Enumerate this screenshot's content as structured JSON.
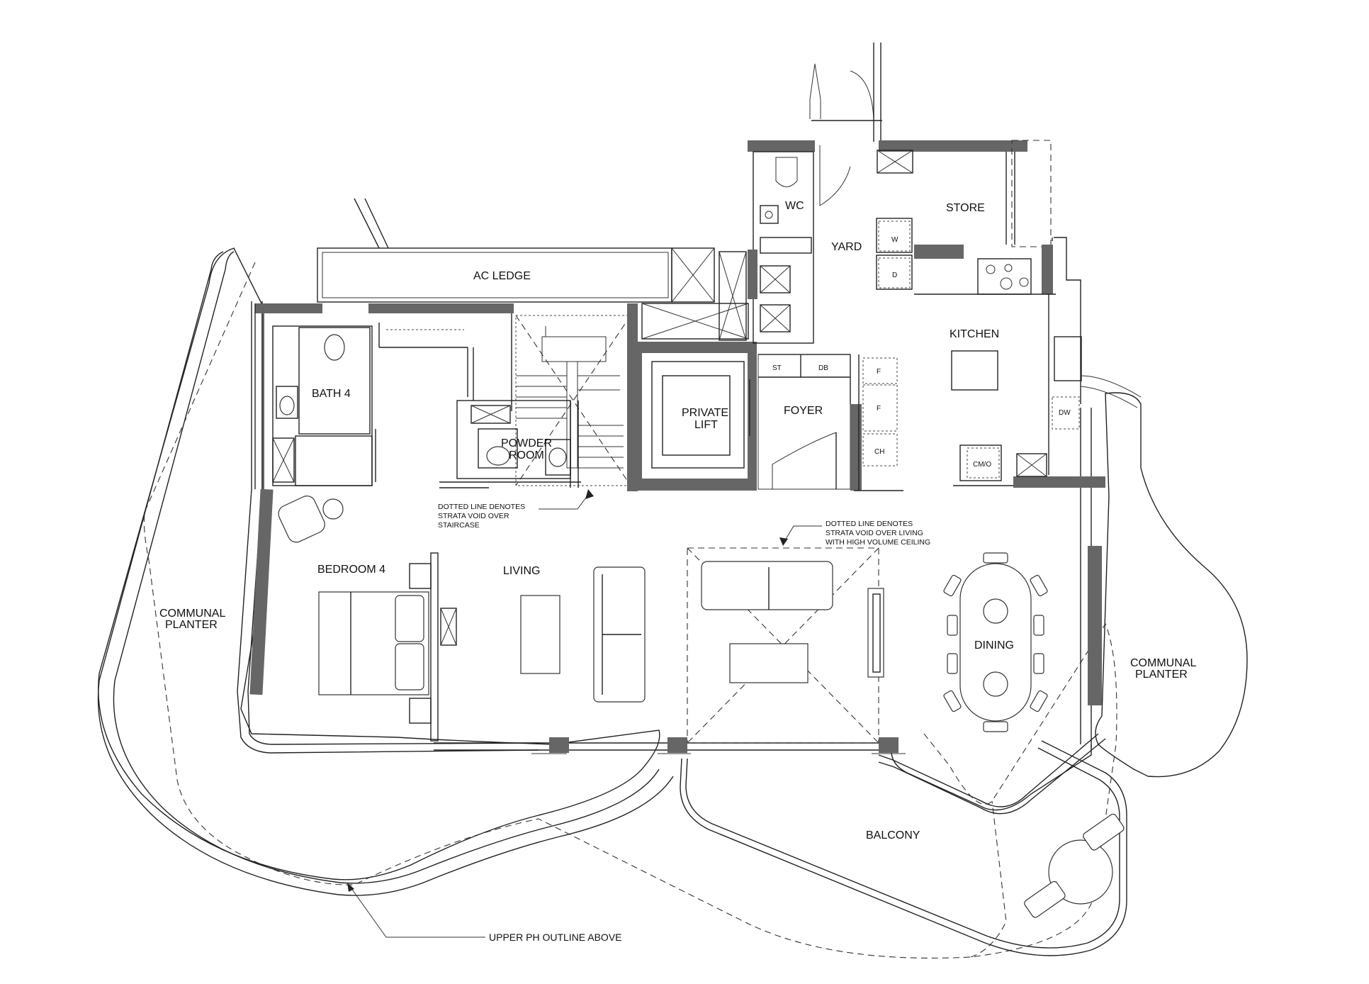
{
  "rooms": {
    "ac_ledge": "AC LEDGE",
    "wc": "WC",
    "store": "STORE",
    "yard": "YARD",
    "kitchen": "KITCHEN",
    "bath4": "BATH 4",
    "powder_room_l1": "POWDER",
    "powder_room_l2": "ROOM",
    "private_lift_l1": "PRIVATE",
    "private_lift_l2": "LIFT",
    "foyer": "FOYER",
    "bedroom4": "BEDROOM 4",
    "living": "LIVING",
    "dining": "DINING",
    "balcony": "BALCONY",
    "planter_left_l1": "COMMUNAL",
    "planter_left_l2": "PLANTER",
    "planter_right_l1": "COMMUNAL",
    "planter_right_l2": "PLANTER"
  },
  "fixtures": {
    "washer": "W",
    "dryer": "D",
    "st": "ST",
    "db": "DB",
    "fridge1": "F",
    "fridge2": "F",
    "ch": "CH",
    "dw": "DW",
    "cmo": "CM/O"
  },
  "notes": {
    "staircase": [
      "DOTTED LINE  DENOTES",
      "STRATA VOID OVER",
      "STAIRCASE"
    ],
    "living_void": [
      "DOTTED LINE DENOTES",
      "STRATA VOID OVER LIVING",
      "WITH HIGH VOLUME CEILING"
    ],
    "outline": "UPPER PH OUTLINE ABOVE"
  }
}
